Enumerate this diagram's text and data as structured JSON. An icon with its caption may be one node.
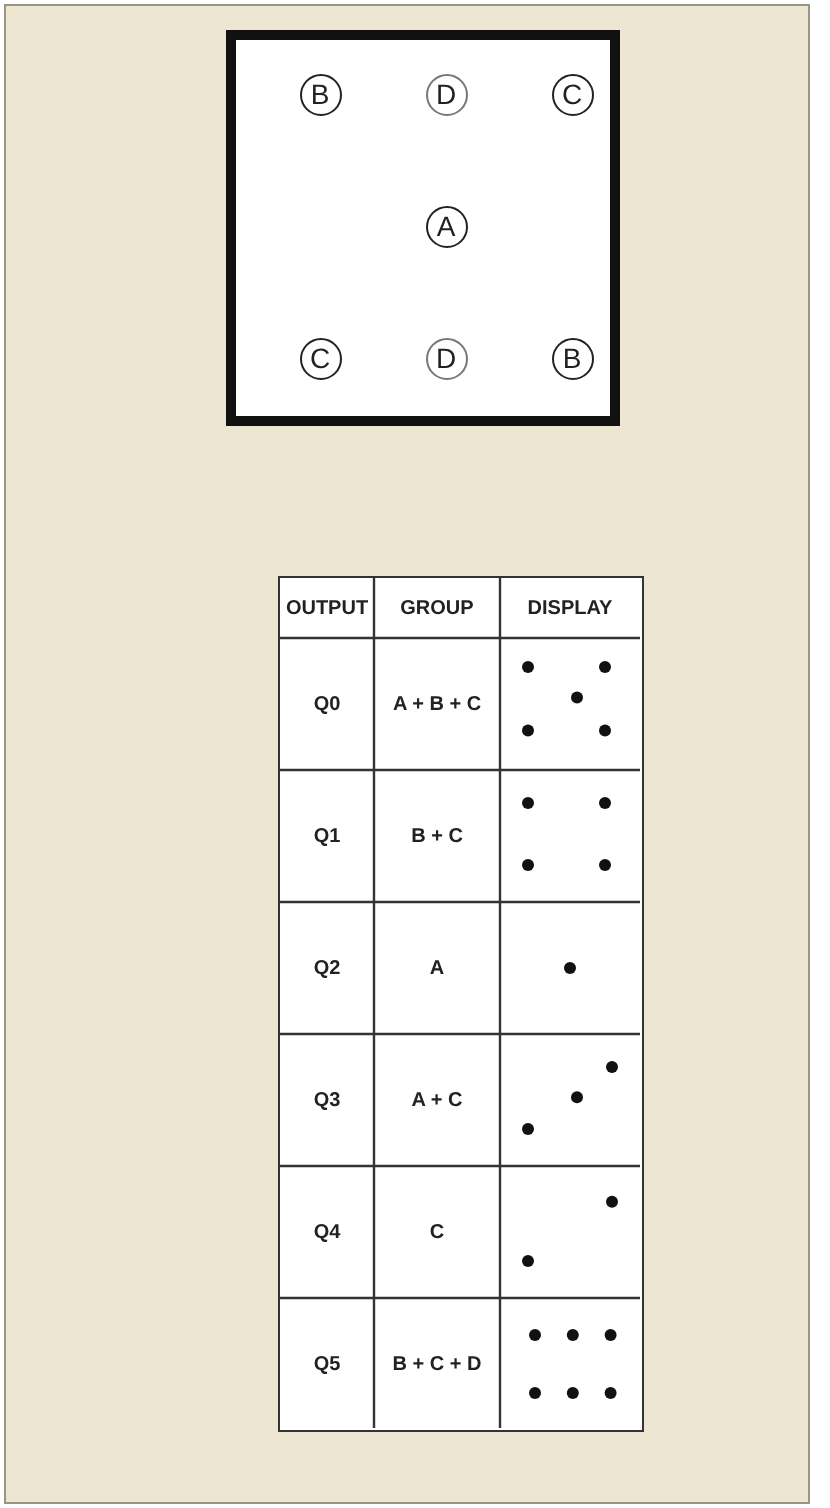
{
  "diagram": {
    "nodes": [
      {
        "text": [],
        "shape": "box"
      },
      {
        "text": [
          "B"
        ],
        "in": 0
      },
      {
        "text": [
          "D"
        ],
        "in": 0
      },
      {
        "text": [
          "C"
        ],
        "in": 0
      },
      {
        "text": [
          "A"
        ],
        "in": 0
      },
      {
        "text": [
          "C"
        ],
        "in": 0
      },
      {
        "text": [
          "D"
        ],
        "in": 0
      },
      {
        "text": [
          "B"
        ],
        "in": 0
      }
    ],
    "labels": [
      "OUTPUT",
      "GROUP",
      "DISPLAY",
      "Q0",
      "A + B + C",
      "Q1",
      "B + C",
      "Q2",
      "A",
      "Q3",
      "A + C",
      "Q4",
      "C",
      "Q5",
      "B + C + D"
    ]
  }
}
